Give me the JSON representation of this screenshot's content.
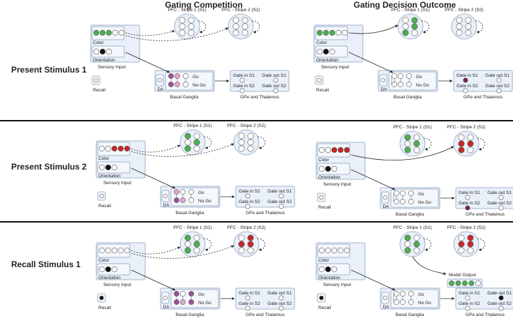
{
  "headers": {
    "left": "Gating Competition",
    "right": "Gating Decision Outcome"
  },
  "rows": [
    {
      "label": "Present Stimulus 1"
    },
    {
      "label": "Present Stimulus 2"
    },
    {
      "label": "Recall Stimulus 1"
    }
  ],
  "labels": {
    "pfc1": "PFC - Stripe 1 (S1)",
    "pfc2": "PFC - Stripe 2 (S2)",
    "color": "Color",
    "orientation": "Orientation",
    "sensory": "Sensory Input",
    "recall": "Recall",
    "da": "DA",
    "bg": "Basal Ganglia",
    "go": "Go",
    "nogo": "No Go",
    "gate_in_s1": "Gate in S1",
    "gate_in_s2": "Gate in S2",
    "gate_out_s1": "Gate out S1",
    "gate_out_s2": "Gate out S2",
    "gpe": "GPe and Thalamus",
    "model_output": "Model Output"
  },
  "colors": {
    "panel_fill": "#e9f0f9",
    "panel_stroke": "#8aa0bd",
    "green": "#4caf50",
    "red": "#c62828",
    "black": "#111111",
    "purple": "#9c4f9c",
    "pink": "#e6a6c9",
    "maroon": "#7b1f4b"
  }
}
